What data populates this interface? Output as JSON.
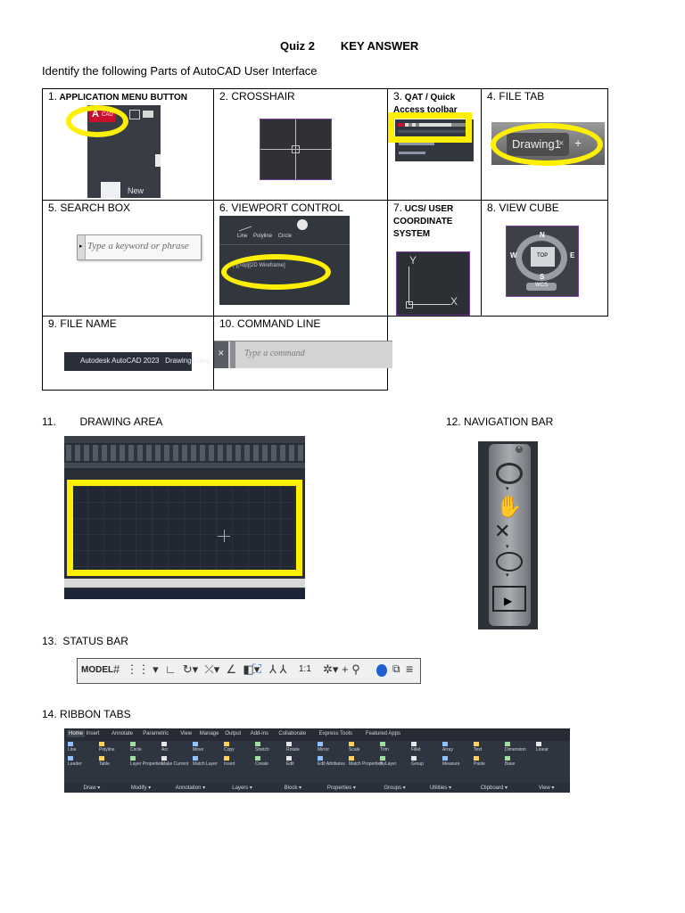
{
  "header": {
    "quiz": "Quiz 2",
    "key": "KEY ANSWER",
    "instruction": "Identify the following Parts of AutoCAD User Interface"
  },
  "cells": {
    "c1": {
      "num": "1.",
      "label": "APPLICATION MENU BUTTON",
      "img_text": "New",
      "logo": "A",
      "logo_sub": "CAD"
    },
    "c2": {
      "num": "2.",
      "label": "CROSSHAIR"
    },
    "c3": {
      "num": "3.",
      "label": "QAT / Quick Access toolbar"
    },
    "c4": {
      "num": "4.",
      "label": "FILE TAB",
      "img_text": "Drawing1"
    },
    "c5": {
      "num": "5.",
      "label": "SEARCH BOX",
      "img_text": "Type a keyword or phrase"
    },
    "c6": {
      "num": "6.",
      "label": "VIEWPORT CONTROL",
      "img_text": "[-][Top][2D Wireframe]",
      "tools": [
        "Line",
        "Polyline",
        "Circle"
      ]
    },
    "c7": {
      "num": "7.",
      "label": "UCS/ USER COORDINATE SYSTEM",
      "axis_y": "Y",
      "axis_x": "X"
    },
    "c8": {
      "num": "8.",
      "label": "VIEW CUBE",
      "top": "TOP",
      "n": "N",
      "s": "S",
      "e": "E",
      "w": "W",
      "wcs": "WCS"
    },
    "c9": {
      "num": "9.",
      "label": "FILE NAME",
      "img_text": "Autodesk AutoCAD 2023   Drawing1.dwg"
    },
    "c10": {
      "num": "10.",
      "label": "COMMAND LINE",
      "img_text": "Type a command"
    }
  },
  "sections": {
    "s11": {
      "num": "11.",
      "label": "DRAWING AREA"
    },
    "s12": {
      "num": "12.",
      "label": "NAVIGATION BAR"
    },
    "s13": {
      "num": "13.",
      "label": "STATUS BAR",
      "model": "MODEL",
      "scale": "1:1"
    },
    "s14": {
      "num": "14.",
      "label": "RIBBON TABS"
    }
  },
  "ribbon": {
    "tabs": [
      "Home",
      "Insert",
      "Annotate",
      "Parametric",
      "View",
      "Manage",
      "Output",
      "Add-ins",
      "Collaborate",
      "Express Tools",
      "Featured Apps"
    ],
    "panels": [
      "Draw",
      "Modify",
      "Annotation",
      "Layers",
      "Block",
      "Properties",
      "Groups",
      "Utilities",
      "Clipboard",
      "View"
    ],
    "tools": [
      "Line",
      "Polyline",
      "Circle",
      "Arc",
      "Move",
      "Copy",
      "Stretch",
      "Rotate",
      "Mirror",
      "Scale",
      "Trim",
      "Fillet",
      "Array",
      "Text",
      "Dimension",
      "Linear",
      "Leader",
      "Table",
      "Layer Properties",
      "Make Current",
      "Match Layer",
      "Insert",
      "Create",
      "Edit",
      "Edit Attributes",
      "Match Properties",
      "ByLayer",
      "Group",
      "Measure",
      "Paste",
      "Base"
    ]
  },
  "colors": {
    "highlight": "#ffef00",
    "acad_red": "#c8102e",
    "dark_ui": "#2b2f36",
    "cube_purple": "#7a3fa0"
  }
}
